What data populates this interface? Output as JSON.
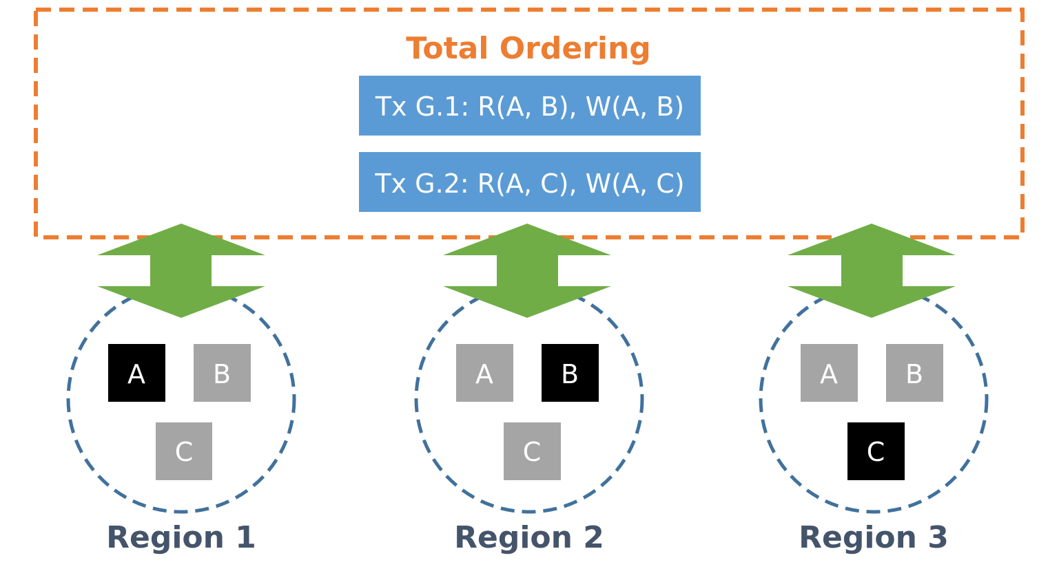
{
  "title": "Total Ordering",
  "transactions": [
    {
      "label": "Tx G.1: R(A, B), W(A, B)"
    },
    {
      "label": "Tx G.2: R(A, C), W(A, C)"
    }
  ],
  "regions": [
    {
      "label": "Region 1",
      "nodes": [
        {
          "label": "A",
          "highlighted": true
        },
        {
          "label": "B",
          "highlighted": false
        },
        {
          "label": "C",
          "highlighted": false
        }
      ]
    },
    {
      "label": "Region 2",
      "nodes": [
        {
          "label": "A",
          "highlighted": false
        },
        {
          "label": "B",
          "highlighted": true
        },
        {
          "label": "C",
          "highlighted": false
        }
      ]
    },
    {
      "label": "Region 3",
      "nodes": [
        {
          "label": "A",
          "highlighted": false
        },
        {
          "label": "B",
          "highlighted": false
        },
        {
          "label": "C",
          "highlighted": true
        }
      ]
    }
  ],
  "colors": {
    "ordering_border": "#ed7d31",
    "title_text": "#ed7d31",
    "tx_box": "#5b9bd5",
    "arrow": "#70ad47",
    "region_circle": "#41719c",
    "region_text": "#44546a",
    "node_highlighted": "#000000",
    "node_default": "#a5a5a5"
  }
}
